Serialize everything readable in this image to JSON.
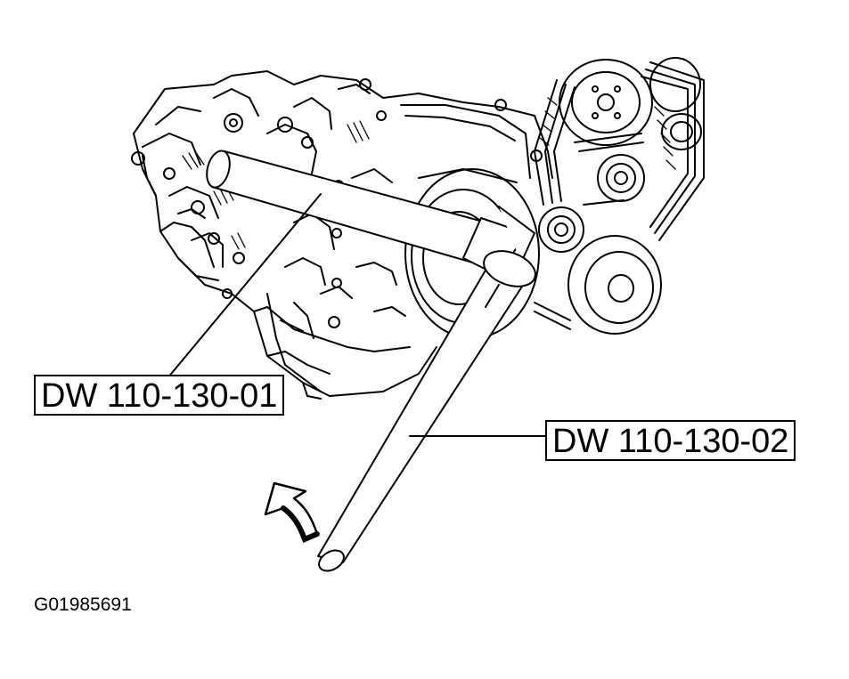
{
  "callouts": {
    "tool_1": "DW 110-130-01",
    "tool_2": "DW 110-130-02"
  },
  "figure_id": "G01985691",
  "colors": {
    "ink": "#000000",
    "paper": "#ffffff"
  }
}
